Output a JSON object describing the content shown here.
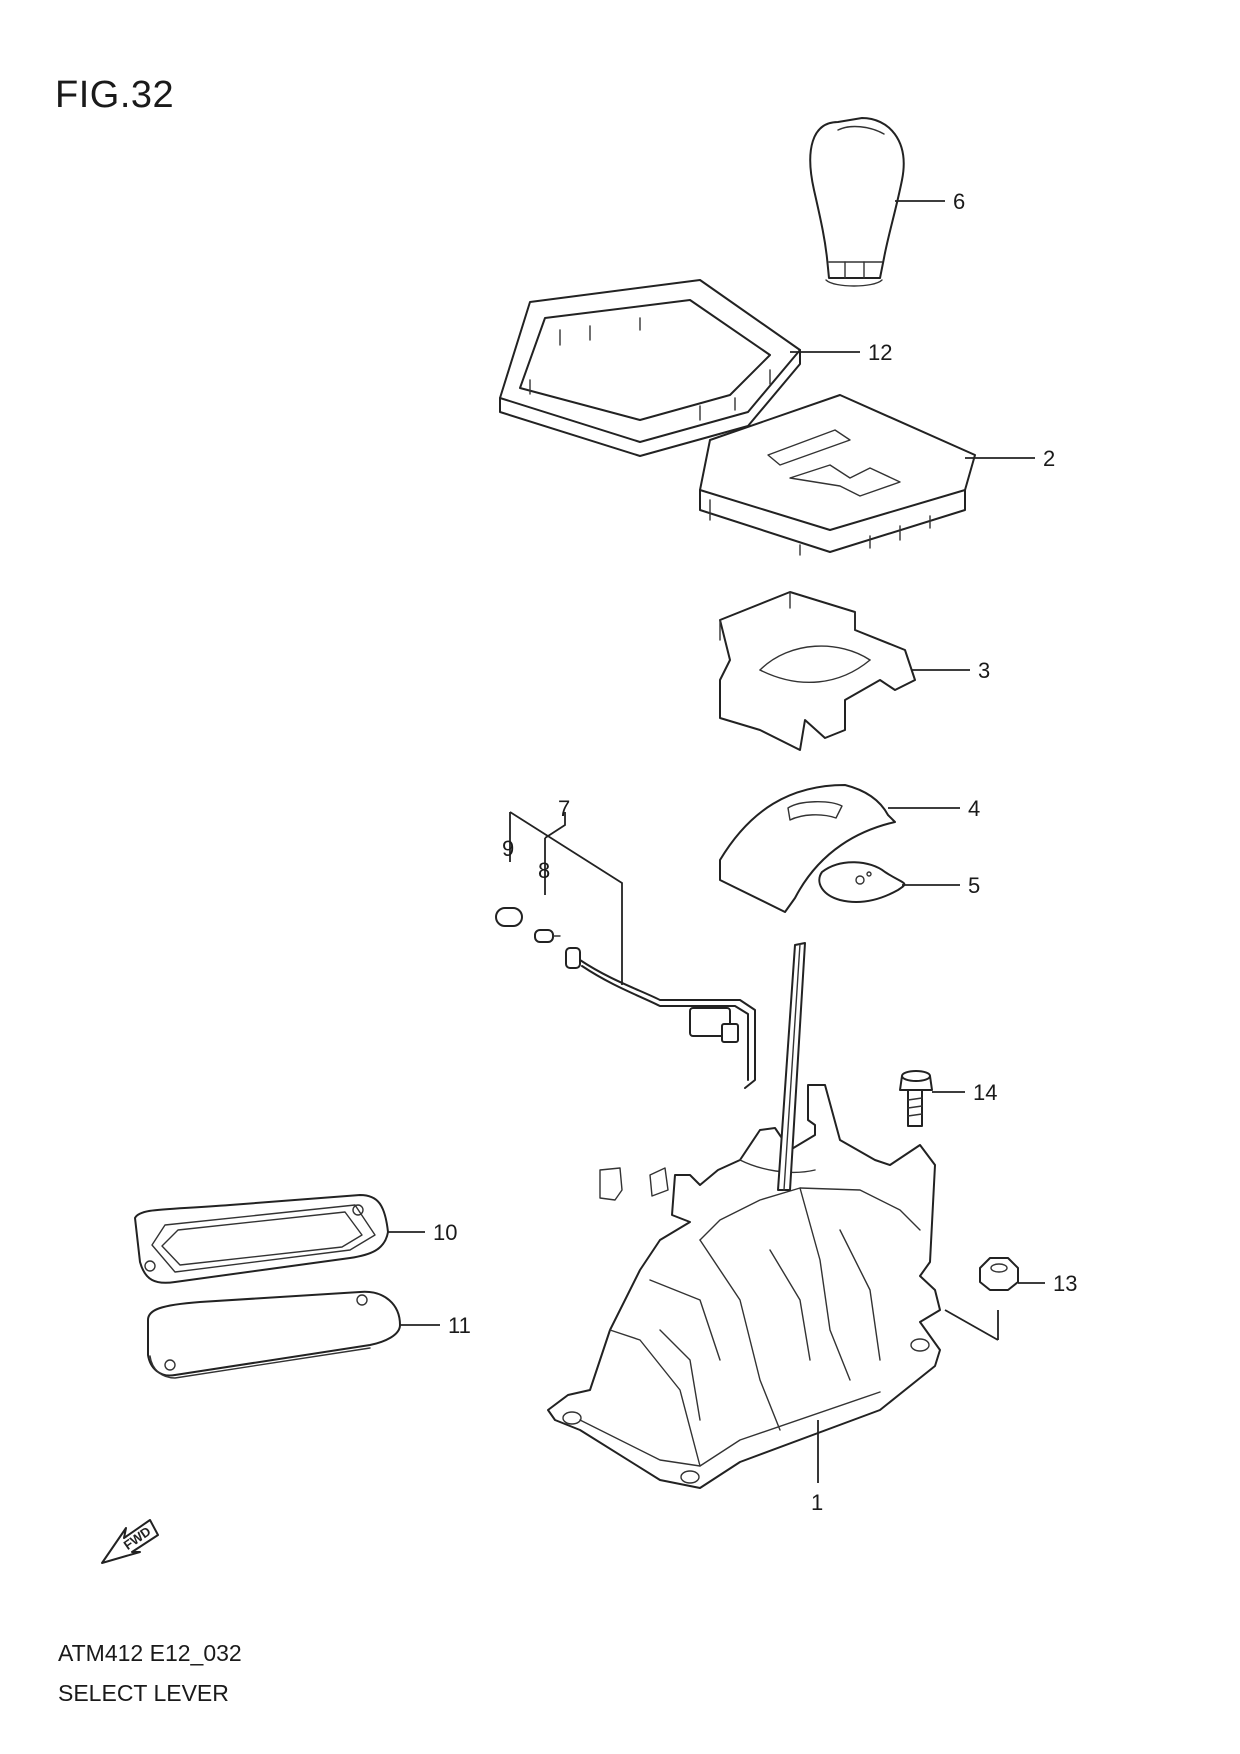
{
  "figure": {
    "title": "FIG.32",
    "code": "ATM412 E12_032",
    "name": "SELECT LEVER"
  },
  "callouts": {
    "c1": "1",
    "c2": "2",
    "c3": "3",
    "c4": "4",
    "c5": "5",
    "c6": "6",
    "c7": "7",
    "c8": "8",
    "c9": "9",
    "c10": "10",
    "c11": "11",
    "c12": "12",
    "c13": "13",
    "c14": "14"
  },
  "direction_marker": {
    "label": "FWD",
    "icon": "fwd-arrow-icon"
  }
}
